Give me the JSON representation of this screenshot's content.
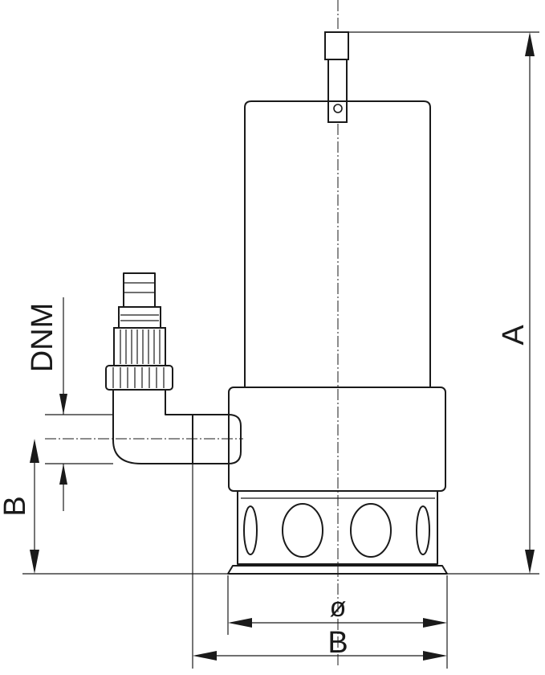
{
  "drawing": {
    "dimensions": {
      "height_total": "A",
      "outlet_diameter": "DNM",
      "outlet_height": "B",
      "base_diameter": "ø",
      "overall_width": "B"
    }
  }
}
